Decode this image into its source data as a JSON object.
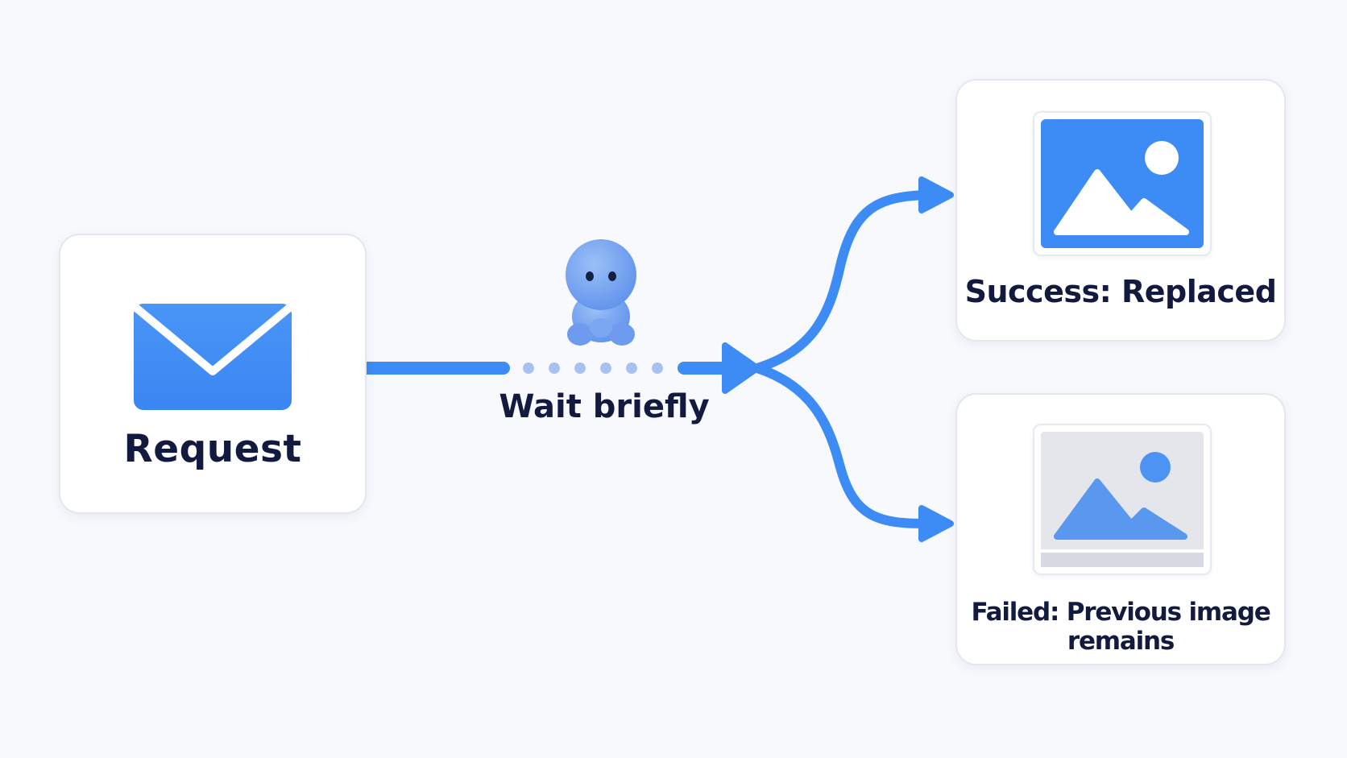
{
  "request": {
    "label": "Request",
    "icon": "envelope-icon"
  },
  "wait": {
    "label": "Wait briefly",
    "icon": "waiting-figure-icon"
  },
  "success": {
    "label": "Success: Replaced",
    "icon": "image-icon"
  },
  "failed": {
    "label": "Failed: Previous image remains",
    "icon": "image-icon"
  },
  "colors": {
    "accent": "#3d8bf5",
    "text": "#131a40",
    "card_border": "#e3e8ef",
    "background": "#f7f9fc",
    "dots": "#a9c1ee",
    "figure": "#6f9ff0",
    "failed_thumbnail_bg": "#e4e6ec"
  }
}
